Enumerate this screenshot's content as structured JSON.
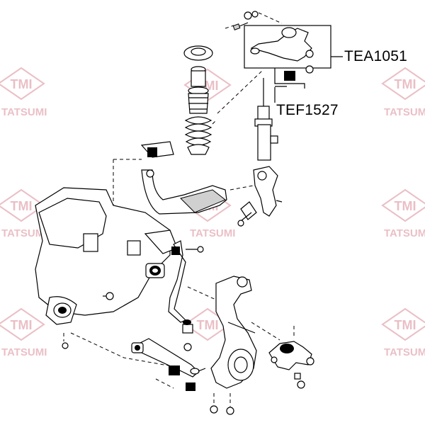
{
  "watermark": {
    "logo": "TMI",
    "brand": "TATSUMI",
    "color": "#e8b8c0"
  },
  "callouts": {
    "upper_arm": "TEA1051",
    "strut": "TEF1527"
  }
}
